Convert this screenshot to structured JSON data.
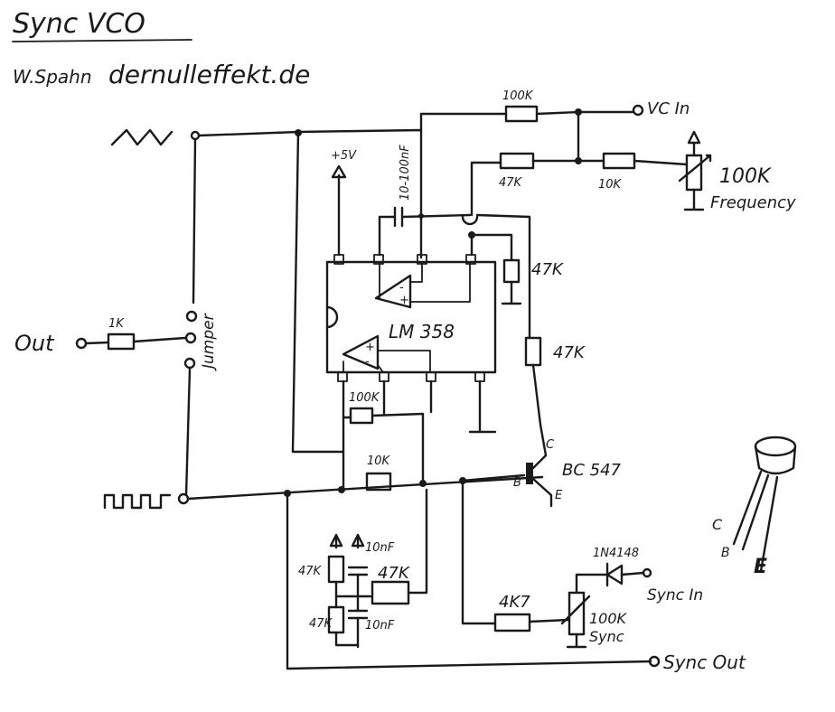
{
  "title": "Sync VCO",
  "author": "W.Spahn",
  "website": "dernulleffekt.de",
  "labels": {
    "ic": "LM 358",
    "supply": "+5V",
    "cap_top": "10-100nF",
    "vc_in": "VC In",
    "r_vc": "100K",
    "r_47k_top": "47K",
    "r_10k_top": "10K",
    "pot_freq": "100K",
    "pot_freq_label": "Frequency",
    "r_47k_right1": "47K",
    "r_47k_right2": "47K",
    "r_100k_fb": "100K",
    "r_10k_mid": "10K",
    "transistor": "BC 547",
    "pin_c": "C",
    "pin_b": "B",
    "pin_e": "E",
    "out": "Out",
    "r_1k": "1K",
    "jumper": "Jumper",
    "r_47k_low1": "47K",
    "r_47k_low2": "47K",
    "r_47k_low3": "47K",
    "cap_low1": "10nF",
    "cap_low2": "10nF",
    "r_4k7": "4K7",
    "diode": "1N4148",
    "sync_in": "Sync In",
    "pot_sync": "100K",
    "pot_sync_label": "Sync",
    "sync_out": "Sync Out",
    "pkg_c": "C",
    "pkg_b": "B",
    "pkg_e": "E"
  }
}
